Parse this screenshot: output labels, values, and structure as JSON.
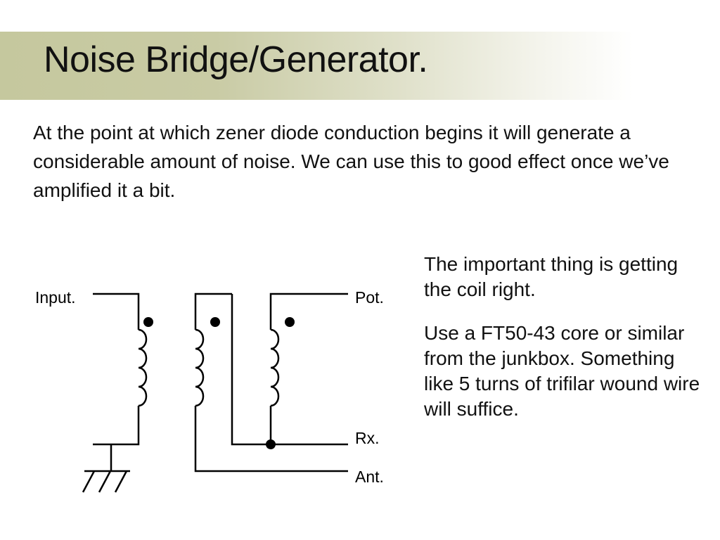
{
  "slide": {
    "title": "Noise Bridge/Generator.",
    "intro": "At the point at which zener diode conduction begins it will generate a considerable amount of noise. We can use this to good effect once we’ve amplified it a bit.",
    "side_paragraphs": [
      "The important thing is getting the coil right.",
      "Use a FT50-43 core or similar from the junkbox. Something like 5 turns of trifilar wound wire will suffice."
    ]
  },
  "schematic": {
    "labels": {
      "input": "Input.",
      "pot": "Pot.",
      "rx": "Rx.",
      "ant": "Ant."
    }
  }
}
